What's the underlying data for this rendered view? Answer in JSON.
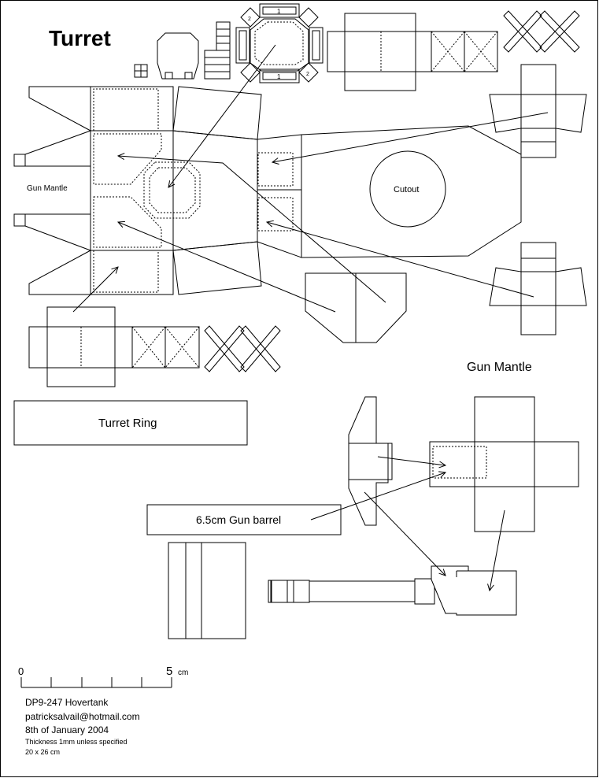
{
  "title": "Turret",
  "labels": {
    "gun_mantle_small": "Gun Mantle",
    "cutout": "Cutout",
    "gun_mantle": "Gun Mantle",
    "turret_ring": "Turret Ring",
    "gun_barrel": "6.5cm Gun barrel"
  },
  "octagon_tab_numbers": {
    "long": "1",
    "short": "2"
  },
  "scale": {
    "start": "0",
    "end": "5",
    "unit": "cm"
  },
  "credits": {
    "model": "DP9-247 Hovertank",
    "email": "patricksalvail@hotmail.com",
    "date": "8th of January 2004",
    "thickness": "Thickness 1mm unless specified",
    "size": "20 x 26 cm"
  },
  "colors": {
    "line": "#000000",
    "background": "#ffffff"
  }
}
